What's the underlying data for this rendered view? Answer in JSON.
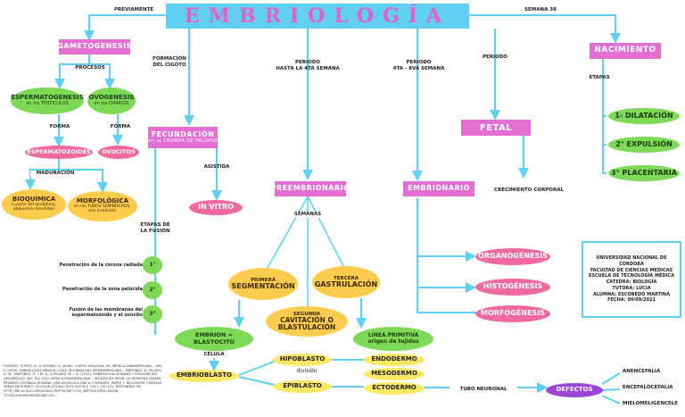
{
  "title": "EMBRIOLOGÍA",
  "labels": {
    "previamente": "PREVIAMENTE",
    "semana38": "SEMANA 38",
    "procesos": "PROCESOS",
    "formacion": "FORMACIÓN\nDEL CIGOTO",
    "periodo4": "PERIODO\nHASTA LA 4TA SEMANA",
    "periodo48": "PERIODO\n4TA - 8VA SEMANA",
    "periodo": "PERIODO",
    "etapas": "ETAPAS",
    "forma1": "FORMA",
    "forma2": "FORMA",
    "maduracion": "MADURACIÓN",
    "asistida": "ASISTIDA",
    "crecimiento": "CRECIMIENTO CORPORAL",
    "semanas": "SEMANAS",
    "etapasFusion": "ETAPAS DE\nLA FUSIÓN",
    "celula": "CÉLULA",
    "division": "división",
    "tubo": "TUBO NEURONAL",
    "pen1": "Penetración de la corona radiada",
    "pen2": "Penetración de la zona pelúcida",
    "pen3": "Fusión de las membranas del\nespermatozoide y el ovocito",
    "anencefalia": "ANENCEFALIA",
    "encefalocefalia": "ENCEFALOCEFALIA",
    "mielo": "MIELOMELIGENCELE"
  },
  "nodes": {
    "gametogenesis": "GAMETOGENESIS",
    "espermatogenesis": "ESPERMATOGENESIS",
    "espermatogenesisSub": "en los TESTICULOS",
    "ovogenesis": "OVOGENESIS",
    "ovogenesisSub": "en los OVARIOS",
    "espermatozoides": "ESPERMATOZOIDES",
    "ovocitos": "OVOCITOS",
    "bioquimica": "BIOQUÍMICA",
    "bioquimicaSub": "a partir del epidídimo,\nadquieren movilidad",
    "morfologica": "MORFOLÓGICA",
    "morfologicaSub": "en los TUBOS SEMINÍFEROS,\nson inmóviles",
    "fecundacion": "FECUNDACIÓN",
    "fecundacionSub": "en la TROMPA DE FALOPIO",
    "invitro": "IN VITRO",
    "preembrionario": "PREEMBRIONARIO",
    "embrionario": "EMBRIONARIO",
    "fetal": "FETAL",
    "nacimiento": "NACIMIENTO",
    "dilatacion": "1- DILATACIÓN",
    "expulsion": "2° EXPULSIÓN",
    "placentaria": "3° PLACENTARIA",
    "primera": "PRIMERA",
    "segmentacion": "SEGMENTACIÓN",
    "tercera": "TERCERA",
    "gastrulacion": "GASTRULACIÓN",
    "segunda": "SEGUNDA",
    "cavitacion": "CAVITACIÓN O\nBLASTULACIÓN",
    "embrion": "EMBRION = BLASTOCITO",
    "linea": "LINEA PRIMITIVA\norigen de tejidos",
    "hipoblasto": "HIPOBLASTO",
    "epiblasto": "EPIBLASTO",
    "embrioblasto": "EMBRIOBLASTO",
    "endodermo": "ENDODERMO",
    "mesodermo": "MESODERMO",
    "ectodermo": "ECTODERMO",
    "organogenesis": "ORGANOGÉNESIS",
    "histogenesis": "HISTOGÉNESIS",
    "morfogenesis": "MORFOGÉNESIS",
    "defectos": "DEFECTOS",
    "f1": "1°",
    "f2": "2°",
    "f3": "3°"
  },
  "info": {
    "l1": "UNIVERSIDAD NACIONAL DE CORDOBA",
    "l2": "FACULTAD DE CIENCIAS MEDICAS",
    "l3": "ESCUELA DE TECNOLOGÍA MÉDICA",
    "l4": "CATEDRA: BIOLOGÍA",
    "l5": "TUTORA: LUCIA",
    "l6": "ALUMNA: ESCOBEDO MARTINA",
    "l7": "FECHA: 09/09/2021"
  },
  "refs": "FUENTES: CURTIS, H., & SCHNEK, A. (2008). CURTIS. BIOLOGÍA. ED. MÉDICA PANAMERICANA. - HIB, J. (1999). EMBRIOLOGÍA MÉDICA. CHILE: MCGRAW-HILL INTERAMERICANA. - MARTINEZ, A., PELAEZ, G. M., MARTINEZ, M. I. M. A., & PELAEZ, M. I. D. (2010). EMBRIOLOGÍA HUMANA Y BIOLOGÍA DEL DESARROLLO (NO. 611.013). MÉDICA PANAMERICANA. - VELÁZQUEZ SELVA. LA HERMOSA ODISEA PRIMERA CORÓNICA HUMANA: UNA MOLÉCULA ÚNICA Y VERSÁTIL. PARTE 1. REV DIVERT CIENCIAS VERAS [INTERNET]. 2014 JUN [CITADO 2021 SEP 04]; 74(1): 122-131. DISPONIBLE EN: HTTP://WE.SCIELO.ORG/SCIELO.PHP?SCRIPT=SCI_ARTTEXT&PID=S0006-77332014000000096&LNG=ES.",
  "colors": {
    "line": "#5fd0f2",
    "pink": "#e36fd3",
    "green": "#7ed957",
    "magenta": "#f06aa0",
    "orange": "#ffcc4d",
    "yellow": "#ffe866",
    "purple": "#9b45d6"
  }
}
